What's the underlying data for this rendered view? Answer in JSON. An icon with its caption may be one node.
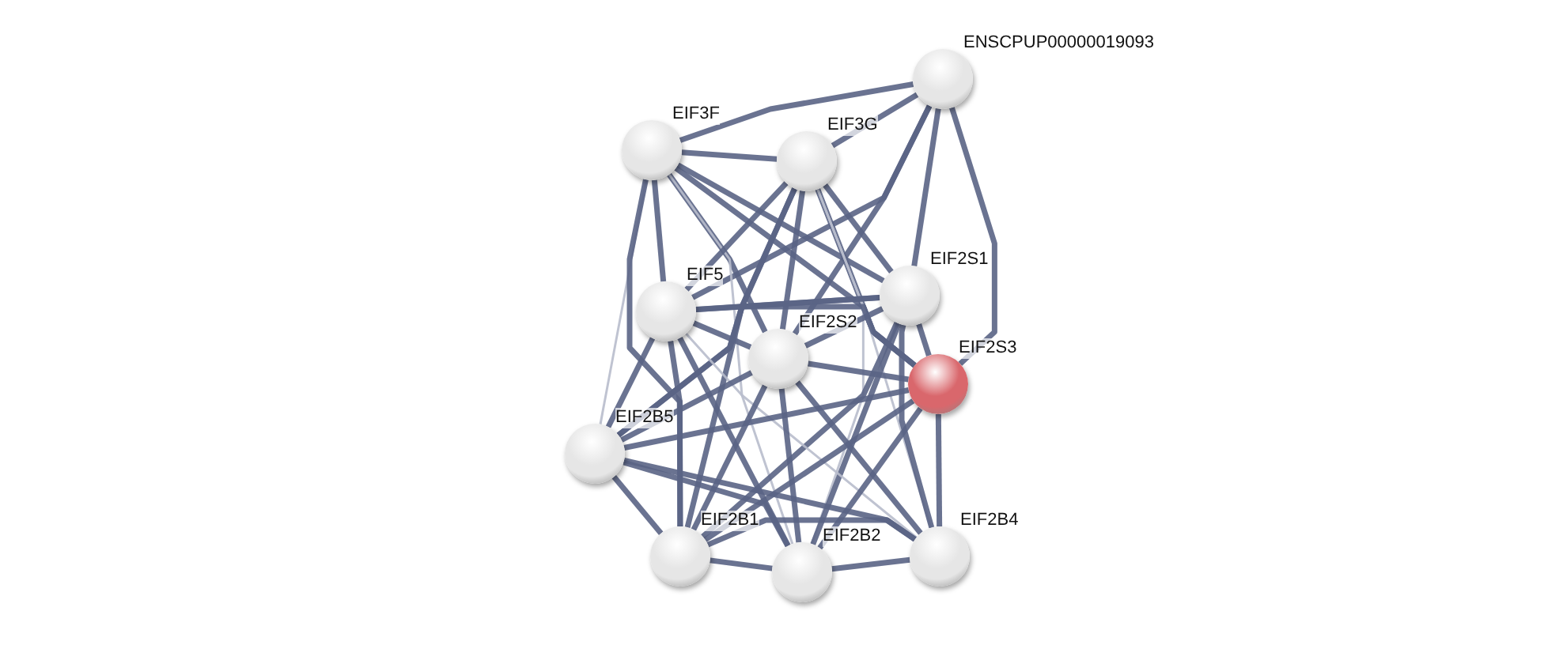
{
  "diagram": {
    "nodes": [
      {
        "text": [
          "ENSCPUP00000019093"
        ]
      },
      {
        "text": [
          "EIF3F"
        ]
      },
      {
        "text": [
          "EIF3G"
        ]
      },
      {
        "text": [
          "EIF2S1"
        ]
      },
      {
        "text": [
          "EIF5"
        ]
      },
      {
        "text": [
          "EIF2S2"
        ]
      },
      {
        "text": [
          "EIF2S3"
        ]
      },
      {
        "text": [
          "EIF2B5"
        ]
      },
      {
        "text": [
          "EIF2B1"
        ]
      },
      {
        "text": [
          "EIF2B2"
        ]
      },
      {
        "text": [
          "EIF2B4"
        ]
      }
    ],
    "edges": [
      {
        "from": 0,
        "to": 1,
        "arrow": "none"
      },
      {
        "from": 0,
        "to": 2,
        "arrow": "none"
      },
      {
        "from": 0,
        "to": 3,
        "arrow": "none"
      },
      {
        "from": 0,
        "to": 6,
        "arrow": "none"
      },
      {
        "from": 0,
        "to": 5,
        "arrow": "none"
      },
      {
        "from": 0,
        "to": 4,
        "arrow": "none"
      },
      {
        "from": 1,
        "to": 2,
        "arrow": "none"
      },
      {
        "from": 1,
        "to": 3,
        "arrow": "none"
      },
      {
        "from": 1,
        "to": 6,
        "arrow": "none"
      },
      {
        "from": 1,
        "to": 5,
        "arrow": "none"
      },
      {
        "from": 1,
        "to": 4,
        "arrow": "none"
      },
      {
        "from": 1,
        "to": 7,
        "arrow": "none",
        "color": "#b8bccc"
      },
      {
        "from": 1,
        "to": 8,
        "arrow": "none"
      },
      {
        "from": 1,
        "to": 9,
        "arrow": "none",
        "color": "#b8bccc"
      },
      {
        "from": 2,
        "to": 3,
        "arrow": "none"
      },
      {
        "from": 2,
        "to": 6,
        "arrow": "none"
      },
      {
        "from": 2,
        "to": 4,
        "arrow": "none"
      },
      {
        "from": 2,
        "to": 5,
        "arrow": "none"
      },
      {
        "from": 2,
        "to": 7,
        "arrow": "none"
      },
      {
        "from": 2,
        "to": 8,
        "arrow": "none"
      },
      {
        "from": 2,
        "to": 9,
        "arrow": "none",
        "color": "#b8bccc"
      },
      {
        "from": 2,
        "to": 10,
        "arrow": "none",
        "color": "#b8bccc"
      },
      {
        "from": 3,
        "to": 4,
        "arrow": "none"
      },
      {
        "from": 3,
        "to": 5,
        "arrow": "none"
      },
      {
        "from": 3,
        "to": 6,
        "arrow": "none"
      },
      {
        "from": 3,
        "to": 7,
        "arrow": "none"
      },
      {
        "from": 3,
        "to": 8,
        "arrow": "none"
      },
      {
        "from": 3,
        "to": 9,
        "arrow": "none"
      },
      {
        "from": 3,
        "to": 10,
        "arrow": "none"
      },
      {
        "from": 4,
        "to": 5,
        "arrow": "none"
      },
      {
        "from": 4,
        "to": 6,
        "arrow": "none"
      },
      {
        "from": 4,
        "to": 7,
        "arrow": "none"
      },
      {
        "from": 4,
        "to": 8,
        "arrow": "none"
      },
      {
        "from": 4,
        "to": 9,
        "arrow": "none"
      },
      {
        "from": 4,
        "to": 10,
        "arrow": "none",
        "color": "#b8bccc"
      },
      {
        "from": 5,
        "to": 6,
        "arrow": "none"
      },
      {
        "from": 5,
        "to": 7,
        "arrow": "none"
      },
      {
        "from": 5,
        "to": 8,
        "arrow": "none"
      },
      {
        "from": 5,
        "to": 9,
        "arrow": "none"
      },
      {
        "from": 5,
        "to": 10,
        "arrow": "none"
      },
      {
        "from": 6,
        "to": 7,
        "arrow": "none"
      },
      {
        "from": 6,
        "to": 8,
        "arrow": "none"
      },
      {
        "from": 6,
        "to": 9,
        "arrow": "none"
      },
      {
        "from": 6,
        "to": 10,
        "arrow": "none"
      },
      {
        "from": 7,
        "to": 8,
        "arrow": "none"
      },
      {
        "from": 7,
        "to": 9,
        "arrow": "none"
      },
      {
        "from": 7,
        "to": 10,
        "arrow": "none"
      },
      {
        "from": 8,
        "to": 9,
        "arrow": "none"
      },
      {
        "from": 8,
        "to": 10,
        "arrow": "none"
      },
      {
        "from": 9,
        "to": 10,
        "arrow": "none"
      }
    ]
  }
}
